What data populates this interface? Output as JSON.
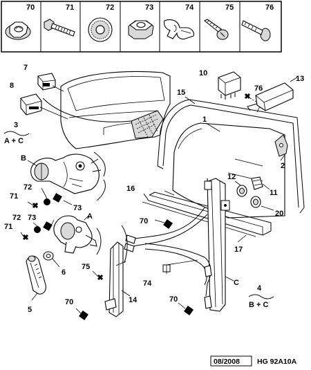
{
  "header_parts": [
    "70",
    "71",
    "72",
    "73",
    "74",
    "75",
    "76"
  ],
  "callouts": {
    "n1": "1",
    "n2": "2",
    "n3": "3",
    "n4": "4",
    "n5": "5",
    "n6": "6",
    "n7": "7",
    "n8": "8",
    "n10": "10",
    "n11": "11",
    "n12": "12",
    "n13": "13",
    "n14": "14",
    "n15": "15",
    "n16": "16",
    "n17": "17",
    "n20": "20",
    "n70a": "70",
    "n70b": "70",
    "n70c": "70",
    "n71a": "71",
    "n71b": "71",
    "n72a": "72",
    "n72b": "72",
    "n73a": "73",
    "n73b": "73",
    "n74": "74",
    "n75": "75",
    "n76": "76",
    "nA": "A",
    "nB": "B",
    "nC": "C"
  },
  "variants": {
    "v3_ref": "A + C",
    "v4_ref": "B + C"
  },
  "footer": {
    "date": "08/2008",
    "code": "HG 92A10A"
  }
}
